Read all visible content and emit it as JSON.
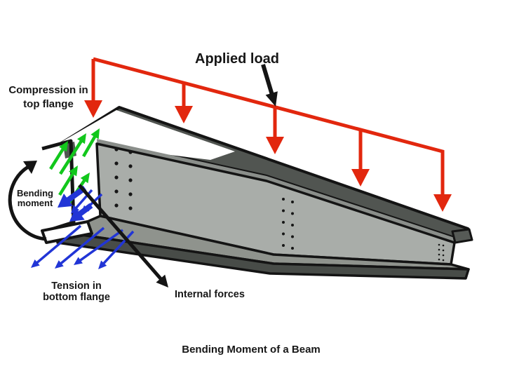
{
  "caption": "Bending Moment of a Beam",
  "labels": {
    "applied_load": "Applied load",
    "compression": [
      "Compression in",
      "top flange"
    ],
    "bending_moment": [
      "Bending",
      "moment"
    ],
    "tension": [
      "Tension in",
      "bottom flange"
    ],
    "internal_forces": "Internal forces"
  },
  "arrows": {
    "applied_load_count": 5,
    "compression_count": 5,
    "tension_bold_count": 2,
    "tension_thin_count": 6
  },
  "colors": {
    "applied_load": "#e2270e",
    "compression": "#12c71c",
    "tension": "#2135d6",
    "outline": "#141414",
    "background": "#ffffff",
    "beam_web": "#a9ada9",
    "beam_flange_dark": "#515551",
    "beam_flange_lip": "#8a8e8a",
    "beam_flange_mid": "#8f938d",
    "beam_flange_shadow": "#484c48",
    "beam_end_face": "#ffffff"
  }
}
